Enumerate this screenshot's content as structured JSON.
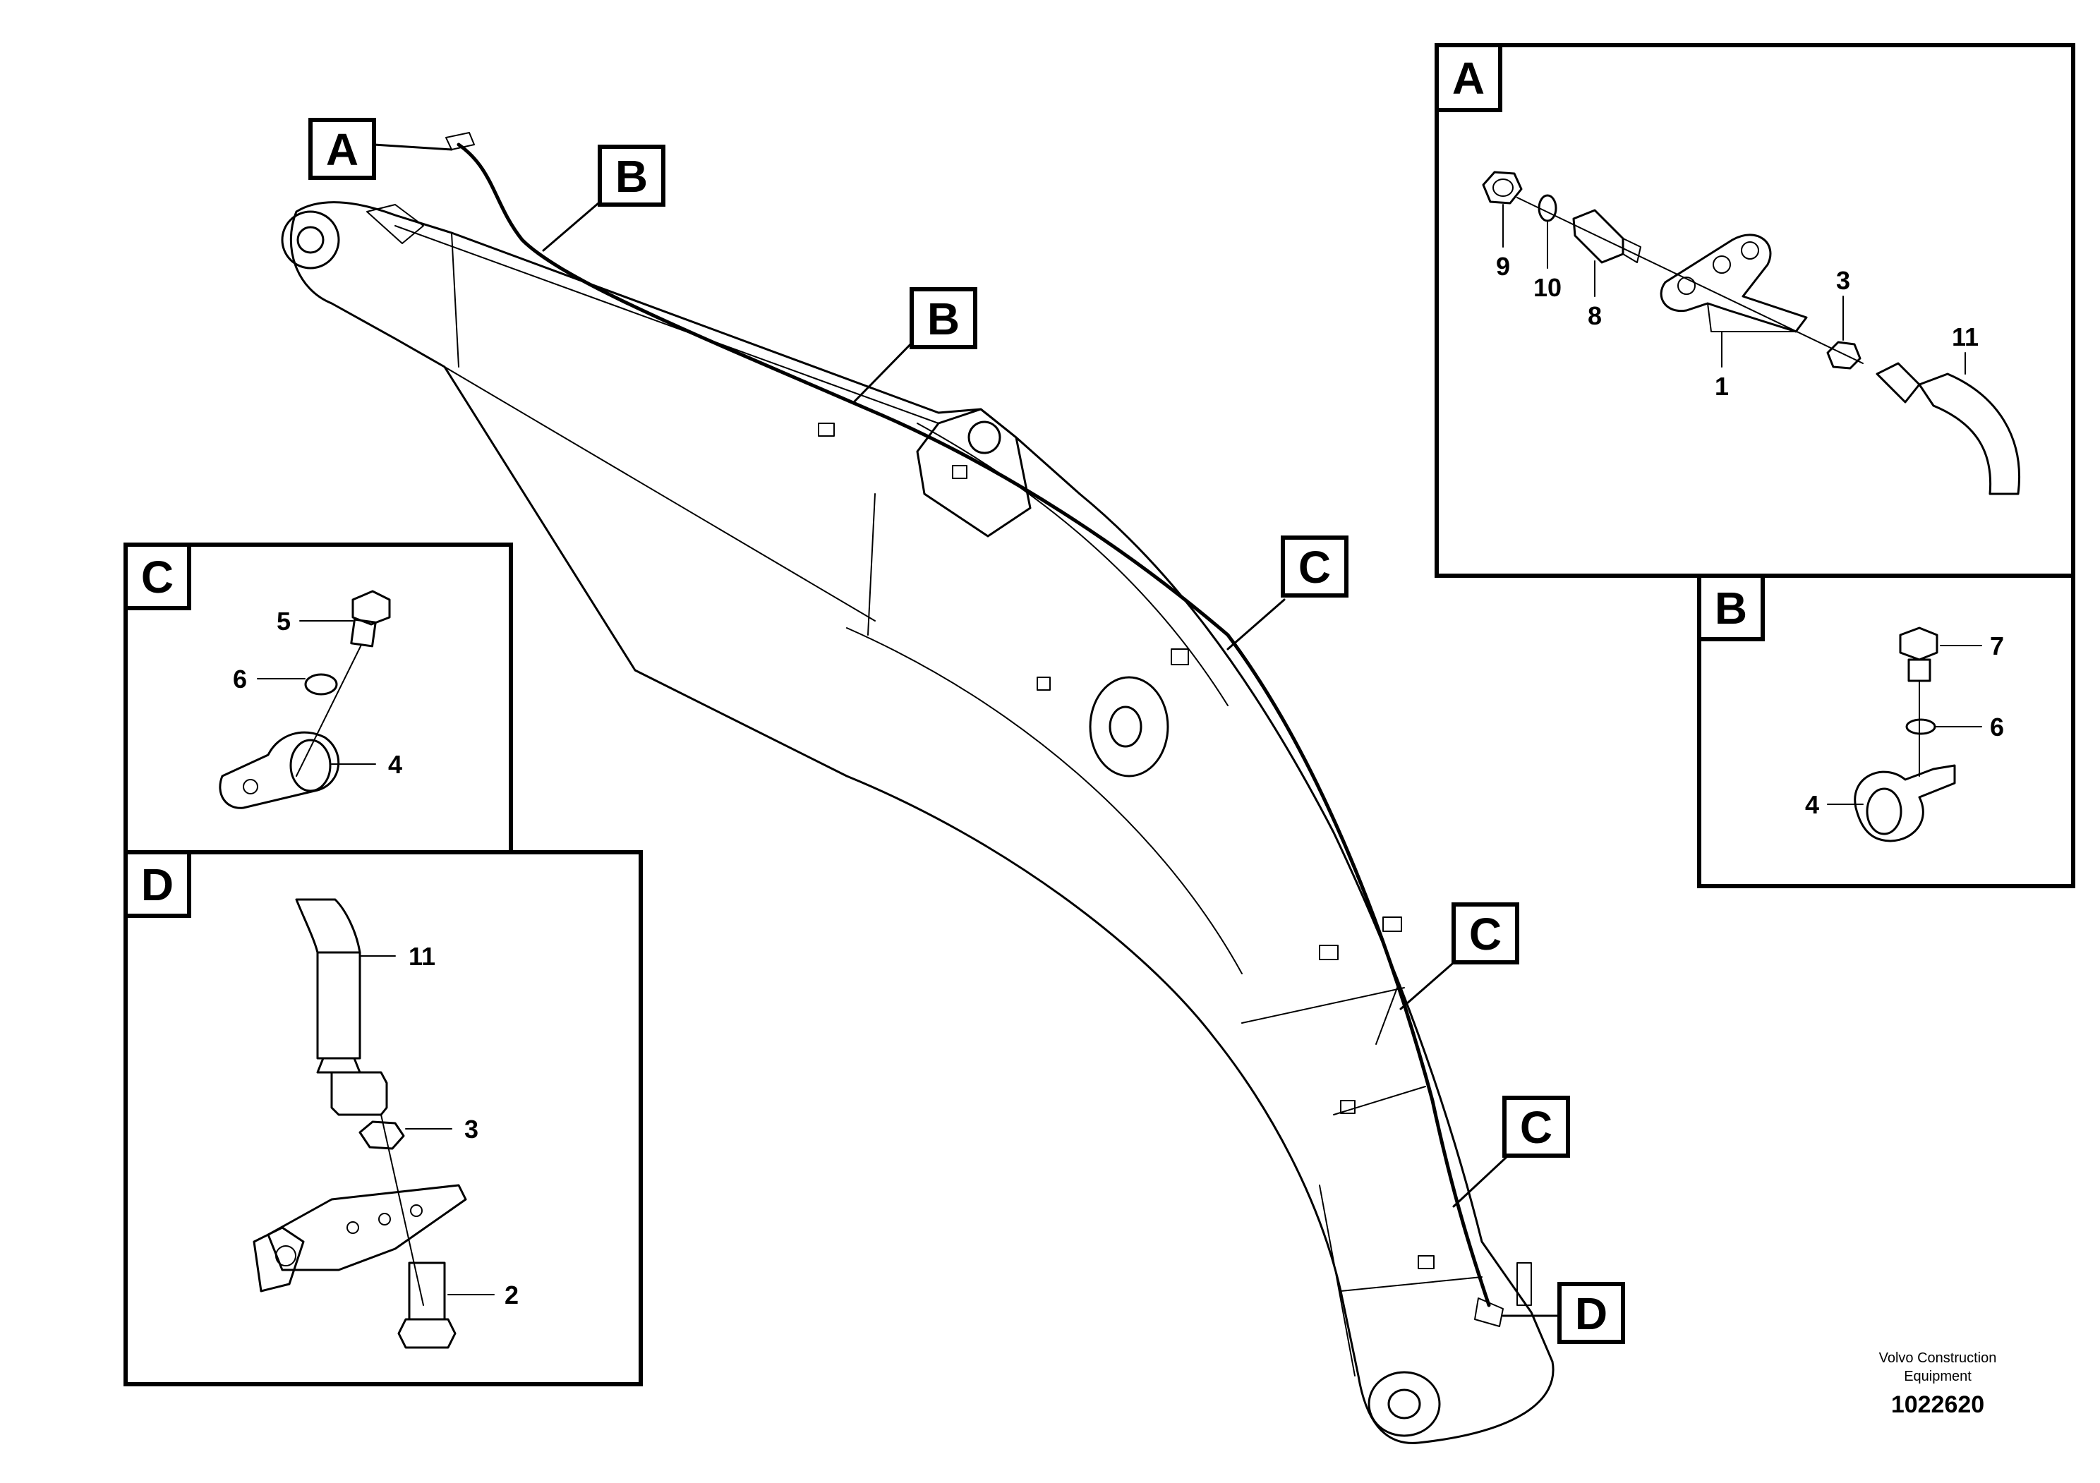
{
  "callouts": {
    "A": "A",
    "B": "B",
    "C": "C",
    "D": "D"
  },
  "parts": {
    "p1": "1",
    "p2": "2",
    "p3": "3",
    "p4": "4",
    "p5": "5",
    "p6": "6",
    "p7": "7",
    "p8": "8",
    "p9": "9",
    "p10": "10",
    "p11": "11"
  },
  "footer": {
    "brand_line1": "Volvo Construction",
    "brand_line2": "Equipment",
    "reference": "1022620"
  }
}
